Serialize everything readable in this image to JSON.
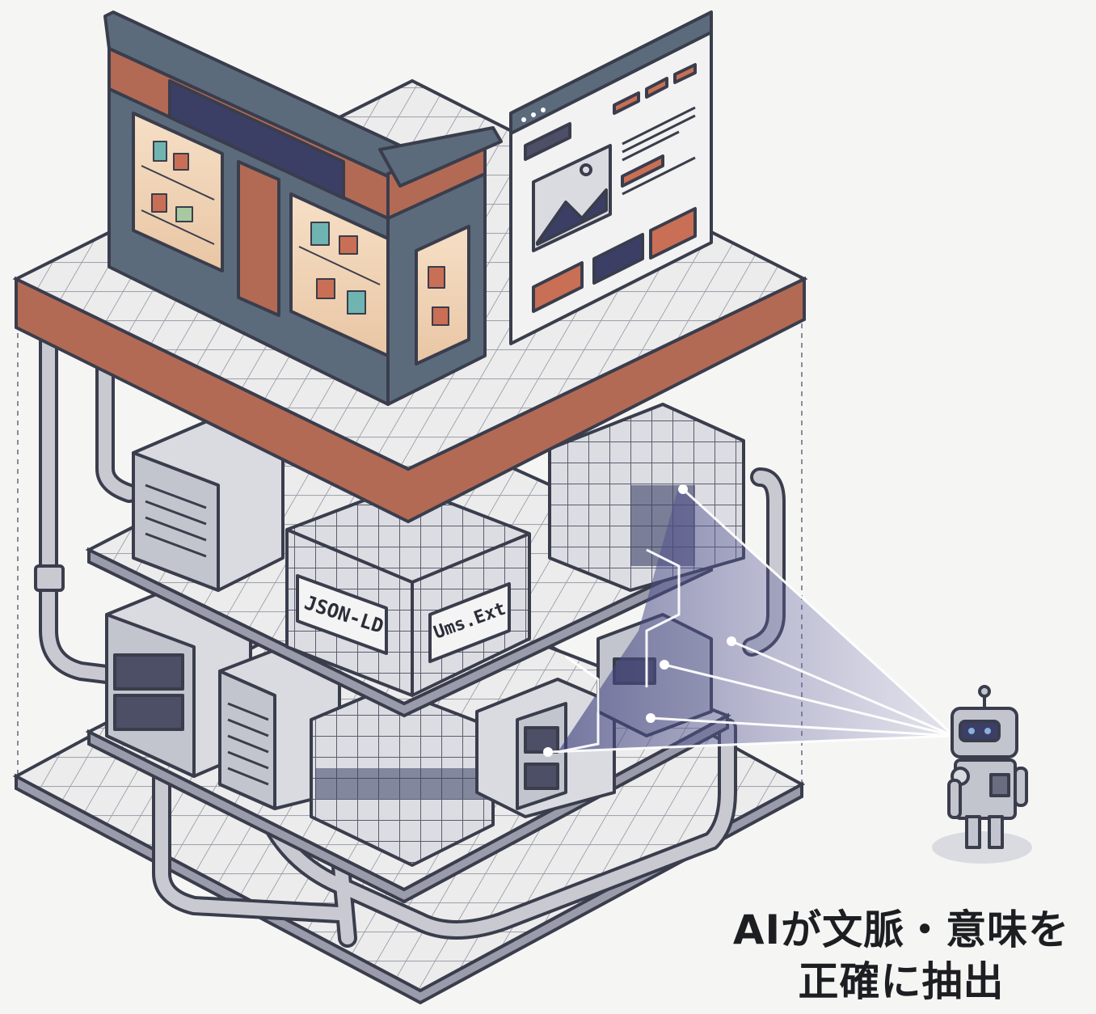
{
  "labels": {
    "json_ld": "JSON-LD",
    "microdata": "Ums.Ext"
  },
  "caption": {
    "line1": "AIが文脈・意味を",
    "line2": "正確に抽出"
  },
  "colors": {
    "background": "#f5f5f4",
    "outline": "#3a3d4c",
    "brick": "#b26a55",
    "slate": "#5b6b7c",
    "navy": "#3b3f66",
    "beam": "#6a6aa8",
    "floor": "#ededed"
  },
  "icons": [
    "storefront-icon",
    "webpage-icon",
    "server-icon",
    "data-cube-icon",
    "robot-icon",
    "light-beam-icon"
  ]
}
